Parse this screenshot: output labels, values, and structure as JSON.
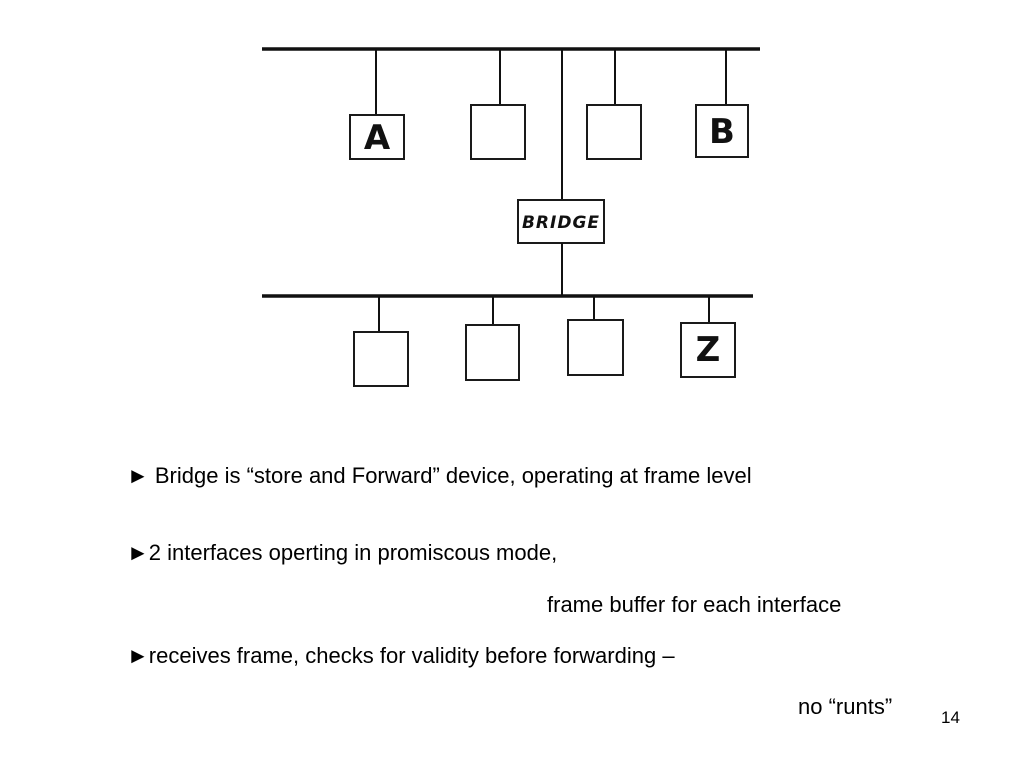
{
  "diagram": {
    "top_nodes": [
      {
        "label": "A"
      },
      {
        "label": ""
      },
      {
        "label": ""
      },
      {
        "label": "B"
      }
    ],
    "bridge_label": "BRIDGE",
    "bottom_nodes": [
      {
        "label": ""
      },
      {
        "label": ""
      },
      {
        "label": ""
      },
      {
        "label": "Z"
      }
    ]
  },
  "bullets": {
    "bullet_symbol": "►",
    "line1": "► Bridge is “store and Forward” device, operating at frame level",
    "line2": "►2 interfaces operting in promiscous mode,",
    "line2_cont": "frame buffer for each interface",
    "line3": "►receives frame, checks for validity before forwarding –",
    "line3_cont": "no “runts”"
  },
  "page_number": "14"
}
